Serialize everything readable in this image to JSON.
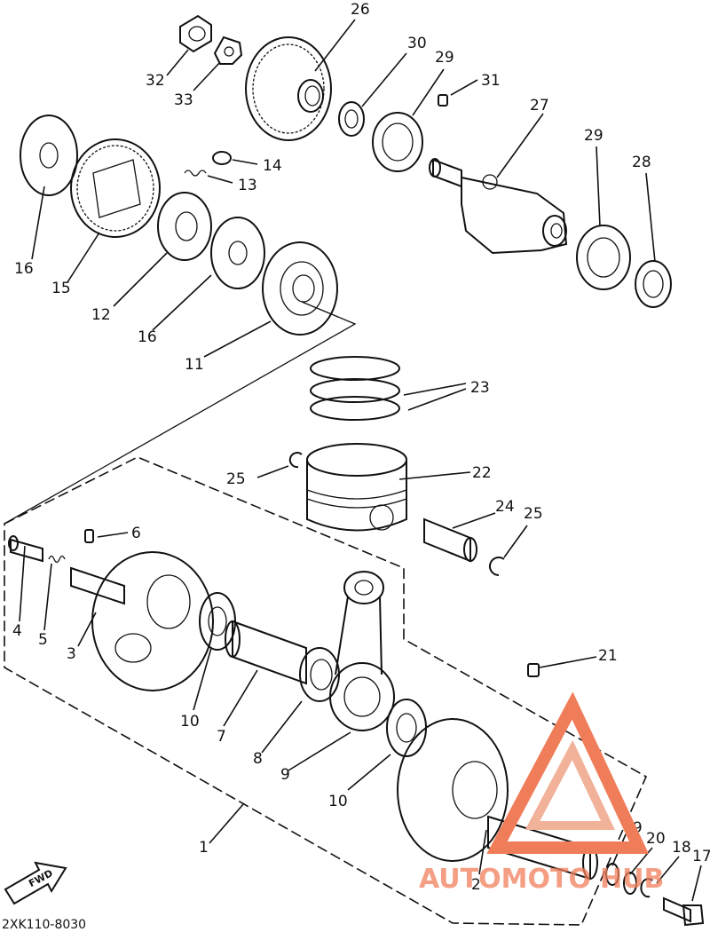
{
  "diagram": {
    "part_code": "2XK110-8030",
    "fwd_label": "FWD",
    "labels": [
      "1",
      "2",
      "3",
      "4",
      "5",
      "6",
      "7",
      "8",
      "9",
      "10",
      "10",
      "11",
      "12",
      "13",
      "14",
      "15",
      "16",
      "16",
      "17",
      "18",
      "19",
      "20",
      "21",
      "22",
      "23",
      "24",
      "25",
      "25",
      "26",
      "27",
      "28",
      "29",
      "29",
      "30",
      "31",
      "32",
      "33"
    ]
  },
  "watermark": {
    "text_part1": "AUTOMOTO",
    "text_part2": "HUB",
    "color_primary": "#f07d5a",
    "color_secondary": "#f2b199"
  }
}
